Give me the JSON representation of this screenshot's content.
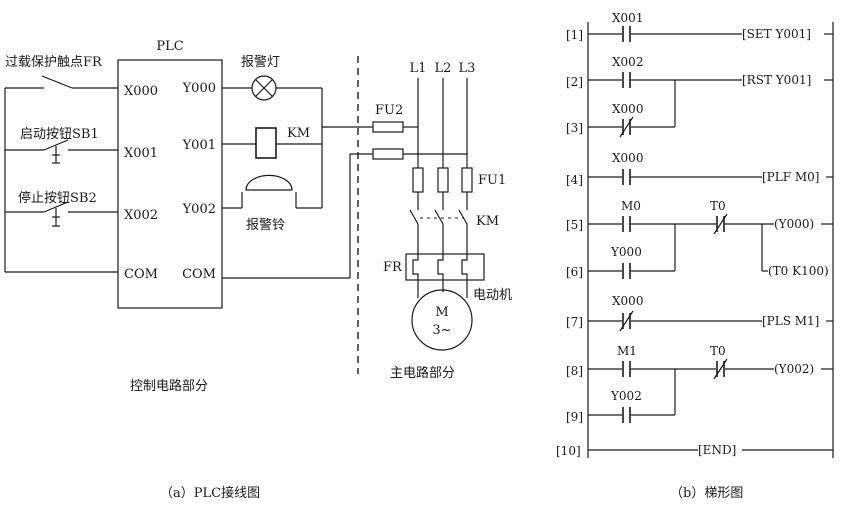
{
  "left": {
    "plc_title": "PLC",
    "inputs": {
      "fr_label": "过载保护触点FR",
      "sb1_label": "启动按钮SB1",
      "sb2_label": "停止按钮SB2",
      "x000": "X000",
      "x001": "X001",
      "x002": "X002",
      "com_in": "COM"
    },
    "outputs": {
      "y000": "Y000",
      "y001": "Y001",
      "y002": "Y002",
      "com_out": "COM",
      "lamp_label": "报警灯",
      "km_label": "KM",
      "bell_label": "报警铃"
    },
    "control_caption": "控制电路部分",
    "main": {
      "l1": "L1",
      "l2": "L2",
      "l3": "L3",
      "fu2": "FU2",
      "fu1": "FU1",
      "km": "KM",
      "fr": "FR",
      "motor_label": "电动机",
      "motor_m": "M",
      "motor_phase": "3~",
      "caption": "主电路部分"
    },
    "sub_caption": "（a）PLC接线图"
  },
  "ladder": {
    "rows": [
      {
        "num": "[1]",
        "contact": "X001",
        "coil": "[SET  Y001]"
      },
      {
        "num": "[2]",
        "contact": "X002",
        "coil": "[RST  Y001]"
      },
      {
        "num": "[3]",
        "contact": "X000"
      },
      {
        "num": "[4]",
        "contact": "X000",
        "coil": "[PLF M0]"
      },
      {
        "num": "[5]",
        "contact": "M0",
        "contact2": "T0",
        "coil": "(Y000)"
      },
      {
        "num": "[6]",
        "contact": "Y000",
        "coil": "(T0 K100)"
      },
      {
        "num": "[7]",
        "contact": "X000",
        "coil": "[PLS M1]"
      },
      {
        "num": "[8]",
        "contact": "M1",
        "contact2": "T0",
        "coil": "(Y002)"
      },
      {
        "num": "[9]",
        "contact": "Y002"
      },
      {
        "num": "[10]",
        "coil": "[END]"
      }
    ],
    "sub_caption": "（b）梯形图"
  }
}
